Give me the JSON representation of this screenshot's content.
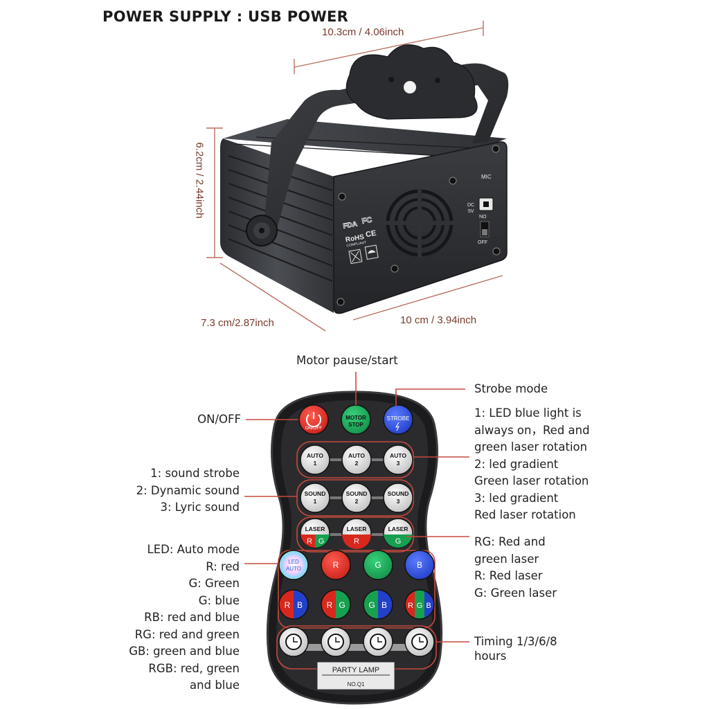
{
  "header": {
    "title": "POWER SUPPLY : USB POWER"
  },
  "dimensions": {
    "top": "10.3cm / 4.06inch",
    "height": "6.2cm / 2.44inch",
    "depth": "7.3 cm/2.87inch",
    "width": "10 cm / 3.94inch"
  },
  "device": {
    "labels": {
      "mic": "MIC",
      "dc": "DC",
      "volt": "5V",
      "no": "NO",
      "off": "OFF",
      "fda": "FDA",
      "fc": "FC",
      "rohs": "RoHS",
      "rohs_sub": "COMPLIANT",
      "ce": "CE"
    }
  },
  "remote": {
    "buttons": {
      "onoff": "ON/OFF",
      "motor1": "MOTOR",
      "motor2": "STOP",
      "strobe": "STROBE",
      "auto": "AUTO",
      "sound": "SOUND",
      "laser": "LASER",
      "n1": "1",
      "n2": "2",
      "n3": "3",
      "led1": "LED",
      "led2": "AUTO",
      "r": "R",
      "g": "G",
      "b": "B"
    },
    "brand": "PARTY LAMP",
    "model": "NO.Q1"
  },
  "annotations": {
    "motor": "Motor pause/start",
    "strobe": "Strobe mode",
    "onoff": "ON/OFF",
    "auto": [
      "1: LED blue light is",
      "always on，Red and",
      "green laser rotation",
      "2: led gradient",
      "Green laser rotation",
      "3: led gradient",
      "Red laser rotation"
    ],
    "sound": [
      "1: sound strobe",
      "2: Dynamic sound",
      "3: Lyric sound"
    ],
    "laser": [
      "RG: Red and",
      "green laser",
      "R: Red laser",
      "G: Green laser"
    ],
    "led": [
      "LED: Auto mode",
      "R: red",
      "G: Green",
      "G: blue",
      "RB: red and blue",
      "RG: red and green",
      "GB: green and blue",
      "RGB: red, green",
      "and blue"
    ],
    "timing": [
      "Timing 1/3/6/8",
      "hours"
    ]
  }
}
